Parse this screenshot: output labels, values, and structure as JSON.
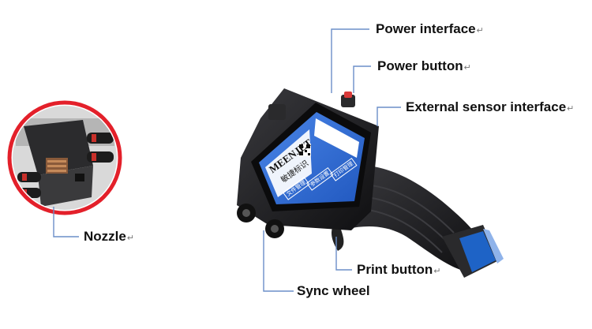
{
  "callouts": {
    "power_interface": "Power interface",
    "power_button": "Power button",
    "external_sensor": "External sensor interface",
    "nozzle": "Nozzle",
    "print_button": "Print button",
    "sync_wheel": "Sync wheel"
  },
  "return_mark": "↵",
  "screen": {
    "brand": "MEENJET",
    "brand_cn": "敏捷标识",
    "buttons": [
      "文件管理",
      "参数设置",
      "打印管理"
    ]
  },
  "colors": {
    "leader_line": "#6b8fc9",
    "nozzle_ring": "#e3202a",
    "printer_body": "#1d1d1f",
    "screen_blue": "#2f6fd6",
    "battery_blue": "#1e63c6"
  }
}
